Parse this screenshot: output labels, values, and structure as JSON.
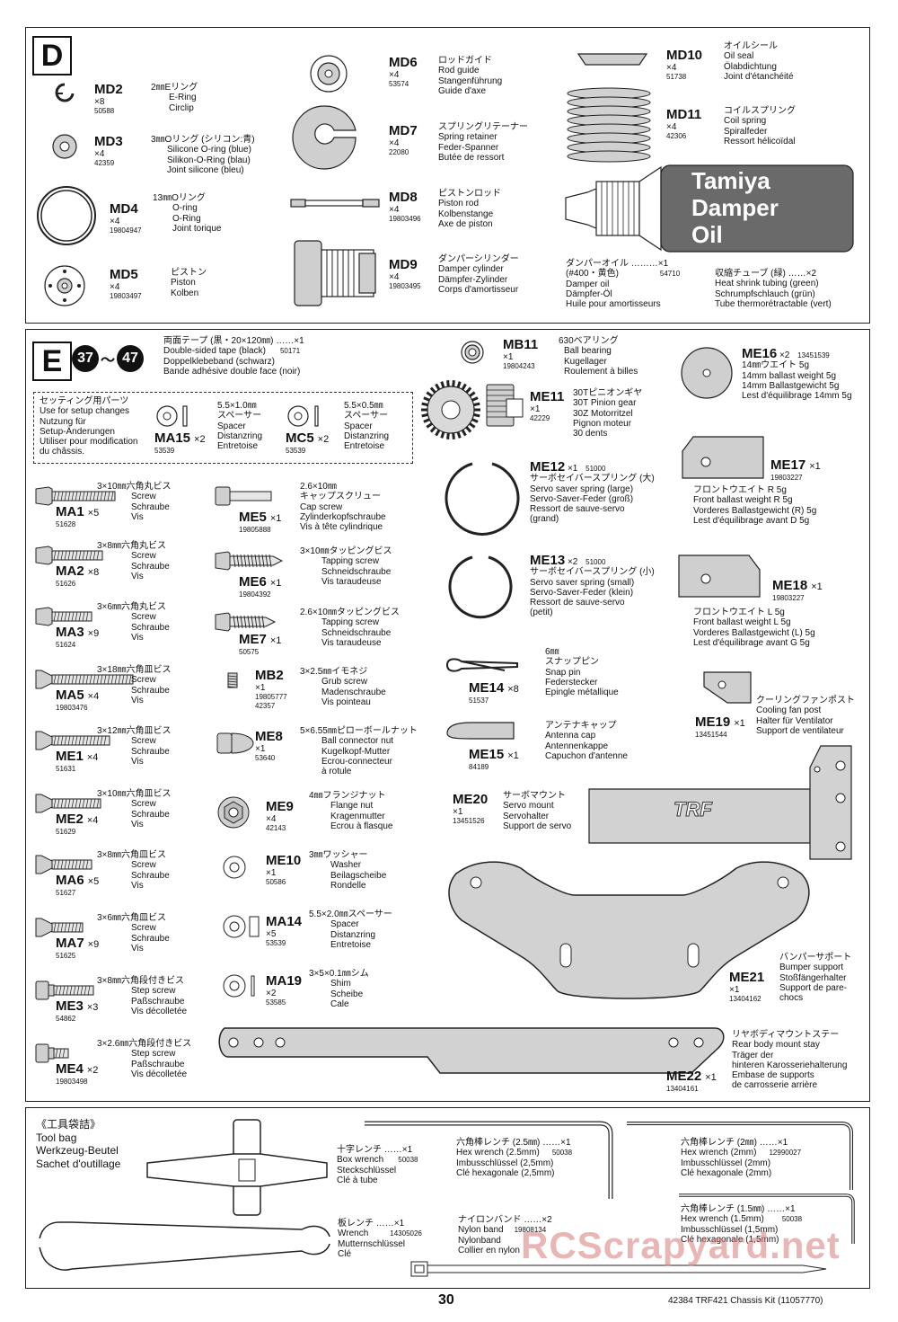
{
  "sectionD": {
    "letter": "D",
    "items": [
      {
        "code": "MD2",
        "qty": "×8",
        "num": "50588",
        "desc": [
          "2㎜Eリング",
          "E-Ring",
          "E-Ring",
          "Circlip"
        ]
      },
      {
        "code": "MD3",
        "qty": "×4",
        "num": "42359",
        "desc": [
          "3㎜Oリング (シリコン:青)",
          "Silicone O-ring (blue)",
          "Silikon-O-Ring (blau)",
          "Joint silicone (bleu)"
        ]
      },
      {
        "code": "MD4",
        "qty": "×4",
        "num": "19804947",
        "desc": [
          "13㎜Oリング",
          "O-ring",
          "O-Ring",
          "Joint torique"
        ]
      },
      {
        "code": "MD5",
        "qty": "×4",
        "num": "19803497",
        "desc": [
          "ピストン",
          "Piston",
          "Kolben"
        ]
      },
      {
        "code": "MD6",
        "qty": "×4",
        "num": "53574",
        "desc": [
          "ロッドガイド",
          "Rod guide",
          "Stangenführung",
          "Guide d'axe"
        ]
      },
      {
        "code": "MD7",
        "qty": "×4",
        "num": "22080",
        "desc": [
          "スプリングリテーナー",
          "Spring retainer",
          "Feder-Spanner",
          "Butée de ressort"
        ]
      },
      {
        "code": "MD8",
        "qty": "×4",
        "num": "19803496",
        "desc": [
          "ピストンロッド",
          "Piston rod",
          "Kolbenstange",
          "Axe de piston"
        ]
      },
      {
        "code": "MD9",
        "qty": "×4",
        "num": "19803495",
        "desc": [
          "ダンパーシリンダー",
          "Damper cylinder",
          "Dämpfer-Zylinder",
          "Corps d'amortisseur"
        ]
      },
      {
        "code": "MD10",
        "qty": "×4",
        "num": "51738",
        "desc": [
          "オイルシール",
          "Oil seal",
          "Ölabdichtung",
          "Joint d'étanchéité"
        ]
      },
      {
        "code": "MD11",
        "qty": "×4",
        "num": "42306",
        "desc": [
          "コイルスプリング",
          "Coil spring",
          "Spiralfeder",
          "Ressort hélicoïdal"
        ]
      }
    ],
    "damper_oil": {
      "label": [
        "ダンパーオイル ………×1",
        "(#400・黄色)",
        "Damper oil",
        "Dämpfer-Öl",
        "Huile pour amortisseurs"
      ],
      "num": "54710",
      "bottle_text": [
        "Tamiya",
        "Damper",
        "Oil"
      ]
    },
    "shrink": {
      "label": [
        "収縮チューブ (緑) ……×2",
        "Heat shrink tubing (green)",
        "Schrumpfschlauch (grün)",
        "Tube thermorétractable (vert)"
      ]
    }
  },
  "sectionE": {
    "letter": "E",
    "step_from": "37",
    "step_sep": "〜",
    "step_to": "47",
    "tape": {
      "label": [
        "両面テープ (黒・20×120㎜) ……×1",
        "Double-sided tape (black)",
        "Doppelklebeband (schwarz)",
        "Bande adhésive double face (noir)"
      ],
      "num": "50171"
    },
    "setup": {
      "label": [
        "セッティング用パーツ",
        "Use for setup changes",
        "Nutzung für",
        "Setup-Änderungen",
        "Utiliser pour modification",
        "du châssis."
      ]
    },
    "items": [
      {
        "code": "MA15",
        "qty": "×2",
        "num": "53539",
        "desc": [
          "5.5×1.0㎜",
          "スペーサー",
          "Spacer",
          "Distanzring",
          "Entretoise"
        ]
      },
      {
        "code": "MC5",
        "qty": "×2",
        "num": "53539",
        "desc": [
          "5.5×0.5㎜",
          "スペーサー",
          "Spacer",
          "Distanzring",
          "Entretoise"
        ]
      },
      {
        "code": "MA1",
        "qty": "×5",
        "num": "51628",
        "desc": [
          "3×10㎜六角丸ビス",
          "Screw",
          "Schraube",
          "Vis"
        ]
      },
      {
        "code": "MA2",
        "qty": "×8",
        "num": "51626",
        "desc": [
          "3×8㎜六角丸ビス",
          "Screw",
          "Schraube",
          "Vis"
        ]
      },
      {
        "code": "MA3",
        "qty": "×9",
        "num": "51624",
        "desc": [
          "3×6㎜六角丸ビス",
          "Screw",
          "Schraube",
          "Vis"
        ]
      },
      {
        "code": "MA5",
        "qty": "×4",
        "num": "19803476",
        "desc": [
          "3×18㎜六角皿ビス",
          "Screw",
          "Schraube",
          "Vis"
        ]
      },
      {
        "code": "ME1",
        "qty": "×4",
        "num": "51631",
        "desc": [
          "3×12㎜六角皿ビス",
          "Screw",
          "Schraube",
          "Vis"
        ]
      },
      {
        "code": "ME2",
        "qty": "×4",
        "num": "51629",
        "desc": [
          "3×10㎜六角皿ビス",
          "Screw",
          "Schraube",
          "Vis"
        ]
      },
      {
        "code": "MA6",
        "qty": "×5",
        "num": "51627",
        "desc": [
          "3×8㎜六角皿ビス",
          "Screw",
          "Schraube",
          "Vis"
        ]
      },
      {
        "code": "MA7",
        "qty": "×9",
        "num": "51625",
        "desc": [
          "3×6㎜六角皿ビス",
          "Screw",
          "Schraube",
          "Vis"
        ]
      },
      {
        "code": "ME3",
        "qty": "×3",
        "num": "54862",
        "desc": [
          "3×8㎜六角段付きビス",
          "Step screw",
          "Paßschraube",
          "Vis décolletée"
        ]
      },
      {
        "code": "ME4",
        "qty": "×2",
        "num": "19803498",
        "desc": [
          "3×2.6㎜六角段付きビス",
          "Step screw",
          "Paßschraube",
          "Vis décolletée"
        ]
      },
      {
        "code": "ME5",
        "qty": "×1",
        "num": "19805888",
        "desc": [
          "2.6×10㎜",
          "キャップスクリュー",
          "Cap screw",
          "Zylinderkopfschraube",
          "Vis à tête cylindrique"
        ]
      },
      {
        "code": "ME6",
        "qty": "×1",
        "num": "19804392",
        "desc": [
          "3×10㎜タッピングビス",
          "Tapping screw",
          "Schneidschraube",
          "Vis taraudeuse"
        ]
      },
      {
        "code": "ME7",
        "qty": "×1",
        "num": "50575",
        "desc": [
          "2.6×10㎜タッピングビス",
          "Tapping screw",
          "Schneidschraube",
          "Vis taraudeuse"
        ]
      },
      {
        "code": "MB2",
        "qty": "×1",
        "num": "19805777",
        "num2": "42357",
        "desc": [
          "3×2.5㎜イモネジ",
          "Grub screw",
          "Madenschraube",
          "Vis pointeau"
        ]
      },
      {
        "code": "ME8",
        "qty": "×1",
        "num": "53640",
        "desc": [
          "5×6.55㎜ピローボールナット",
          "Ball connector nut",
          "Kugelkopf-Mutter",
          "Ecrou-connecteur",
          "à rotule"
        ]
      },
      {
        "code": "ME9",
        "qty": "×4",
        "num": "42143",
        "desc": [
          "4㎜フランジナット",
          "Flange nut",
          "Kragenmutter",
          "Ecrou à flasque"
        ]
      },
      {
        "code": "ME10",
        "qty": "×1",
        "num": "50586",
        "desc": [
          "3㎜ワッシャー",
          "Washer",
          "Beilagscheibe",
          "Rondelle"
        ]
      },
      {
        "code": "MA14",
        "qty": "×5",
        "num": "53539",
        "desc": [
          "5.5×2.0㎜スペーサー",
          "Spacer",
          "Distanzring",
          "Entretoise"
        ]
      },
      {
        "code": "MA19",
        "qty": "×2",
        "num": "53585",
        "desc": [
          "3×5×0.1㎜シム",
          "Shim",
          "Scheibe",
          "Cale"
        ]
      },
      {
        "code": "MB11",
        "qty": "×1",
        "num": "19804243",
        "desc": [
          "630ベアリング",
          "Ball bearing",
          "Kugellager",
          "Roulement à billes"
        ]
      },
      {
        "code": "ME11",
        "qty": "×1",
        "num": "42229",
        "desc": [
          "30Tピニオンギヤ",
          "30T Pinion gear",
          "30Z Motorritzel",
          "Pignon moteur",
          "30 dents"
        ]
      },
      {
        "code": "ME12",
        "qty": "×1",
        "num": "51000",
        "desc": [
          "サーボセイバースプリング (大)",
          "Servo saver spring (large)",
          "Servo-Saver-Feder (groß)",
          "Ressort de sauve-servo",
          "(grand)"
        ]
      },
      {
        "code": "ME13",
        "qty": "×2",
        "num": "51000",
        "desc": [
          "サーボセイバースプリング (小)",
          "Servo saver spring (small)",
          "Servo-Saver-Feder (klein)",
          "Ressort de sauve-servo",
          "(petit)"
        ]
      },
      {
        "code": "ME14",
        "qty": "×8",
        "num": "51537",
        "desc": [
          "6㎜",
          "スナップピン",
          "Snap pin",
          "Federstecker",
          "Epingle métallique"
        ]
      },
      {
        "code": "ME15",
        "qty": "×1",
        "num": "84189",
        "desc": [
          "アンテナキャップ",
          "Antenna cap",
          "Antennenkappe",
          "Capuchon d'antenne"
        ]
      },
      {
        "code": "ME20",
        "qty": "×1",
        "num": "13451526",
        "desc": [
          "サーボマウント",
          "Servo mount",
          "Servohalter",
          "Support de servo"
        ]
      },
      {
        "code": "ME16",
        "qty": "×2",
        "num": "13451539",
        "desc": [
          "14㎜ウエイト 5g",
          "14mm ballast weight 5g",
          "14mm Ballastgewicht 5g",
          "Lest d'équilibrage 14mm 5g"
        ]
      },
      {
        "code": "ME17",
        "qty": "×1",
        "num": "19803227",
        "desc": [
          "フロントウエイト R 5g",
          "Front ballast weight R 5g",
          "Vorderes Ballastgewicht (R) 5g",
          "Lest d'équilibrage avant D 5g"
        ]
      },
      {
        "code": "ME18",
        "qty": "×1",
        "num": "19803227",
        "desc": [
          "フロントウエイト L 5g",
          "Front ballast weight L 5g",
          "Vorderes Ballastgewicht (L) 5g",
          "Lest d'équilibrage avant G 5g"
        ]
      },
      {
        "code": "ME19",
        "qty": "×1",
        "num": "13451544",
        "desc": [
          "クーリングファンポスト",
          "Cooling fan post",
          "Halter für Ventilator",
          "Support de ventilateur"
        ]
      },
      {
        "code": "ME21",
        "qty": "×1",
        "num": "13404162",
        "desc": [
          "バンパーサポート",
          "Bumper support",
          "Stoßfängerhalter",
          "Support de pare-",
          "chocs"
        ]
      },
      {
        "code": "ME22",
        "qty": "×1",
        "num": "13404161",
        "desc": [
          "リヤボディマウントステー",
          "Rear body mount stay",
          "Träger der",
          "hinteren Karosseriehalterung",
          "Embase de supports",
          "de carrosserie arrière"
        ]
      }
    ],
    "servo_logo": "TRF"
  },
  "toolbag": {
    "title": [
      "《工具袋詰》",
      "Tool bag",
      "Werkzeug-Beutel",
      "Sachet d'outillage"
    ],
    "box_wrench": {
      "label": [
        "十字レンチ ……×1",
        "Box wrench",
        "Steckschlüssel",
        "Clé à tube"
      ],
      "num": "50038"
    },
    "wrench": {
      "label": [
        "板レンチ ……×1",
        "Wrench",
        "Mutternschlüssel",
        "Clé"
      ],
      "num": "14305026"
    },
    "hex25": {
      "label": [
        "六角棒レンチ (2.5㎜) ……×1",
        "Hex wrench (2.5mm)",
        "Imbusschlüssel (2,5mm)",
        "Clé hexagonale (2,5mm)"
      ],
      "num": "50038"
    },
    "hex2": {
      "label": [
        "六角棒レンチ (2㎜) ……×1",
        "Hex wrench (2mm)",
        "Imbusschlüssel (2mm)",
        "Clé hexagonale (2mm)"
      ],
      "num": "12990027"
    },
    "hex15": {
      "label": [
        "六角棒レンチ (1.5㎜) ……×1",
        "Hex wrench (1.5mm)",
        "Imbusschlüssel (1,5mm)",
        "Clé hexagonale (1,5mm)"
      ],
      "num": "50038"
    },
    "nylon": {
      "label": [
        "ナイロンバンド ……×2",
        "Nylon band",
        "Nylonband",
        "Collier en nylon"
      ],
      "num": "19808134"
    }
  },
  "footer": {
    "page": "30",
    "kit": "42384  TRF421 Chassis Kit (11057770)"
  },
  "watermark": "RCScrapyard.net"
}
